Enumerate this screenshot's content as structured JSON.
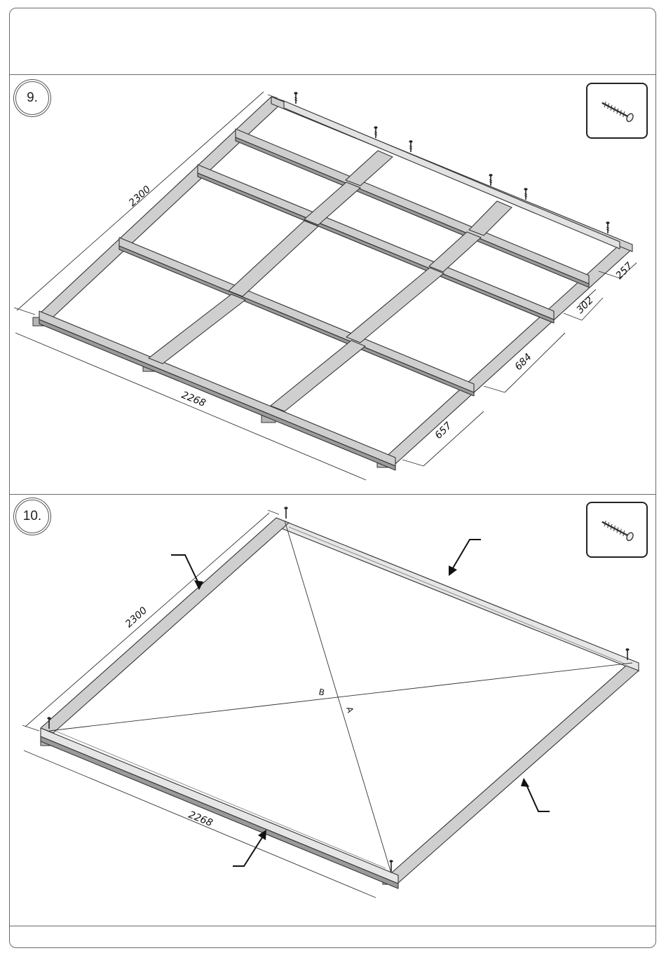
{
  "step9": {
    "number": "9.",
    "dims": {
      "length": "2300",
      "width": "2268",
      "gap1": "257",
      "gap2": "302",
      "gap3": "684",
      "gap4": "657"
    }
  },
  "step10": {
    "number": "10.",
    "dims": {
      "length": "2300",
      "width": "2268"
    },
    "diagonal_a": "A",
    "diagonal_b": "B"
  },
  "icons": {
    "fastener": "screw-icon"
  },
  "colors": {
    "line": "#222222",
    "beam_top": "#cfcfcf",
    "beam_side": "#9a9a9a",
    "frame": "#6a6a6a"
  }
}
